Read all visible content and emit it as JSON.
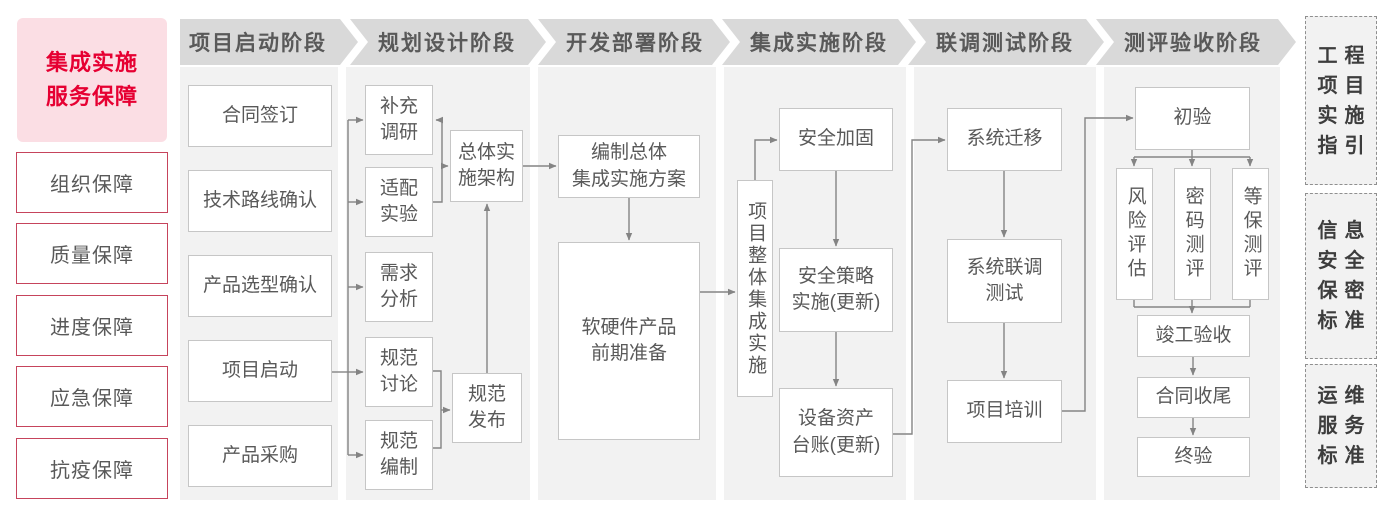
{
  "sidebar_left": {
    "title": "集成实施\n服务保障",
    "items": [
      "组织保障",
      "质量保障",
      "进度保障",
      "应急保障",
      "抗疫保障"
    ]
  },
  "phases": [
    "项目启动阶段",
    "规划设计阶段",
    "开发部署阶段",
    "集成实施阶段",
    "联调测试阶段",
    "测评验收阶段"
  ],
  "nodes": {
    "contract_signing": "合同签订",
    "tech_route_confirm": "技术路线确认",
    "product_selection_confirm": "产品选型确认",
    "project_kickoff": "项目启动",
    "product_procurement": "产品采购",
    "supplementary_research": "补充\n调研",
    "adaptation_test": "适配\n实验",
    "requirement_analysis": "需求\n分析",
    "spec_discussion": "规范\n讨论",
    "spec_drafting": "规范\n编制",
    "overall_implementation_architecture": "总体实\n施架构",
    "spec_release": "规范\n发布",
    "overall_integration_plan": "编制总体\n集成实施方案",
    "hw_sw_preparation": "软硬件产品\n前期准备",
    "overall_integration_implementation": "项目整体集成实施",
    "security_hardening": "安全加固",
    "security_policy_implementation": "安全策略\n实施(更新)",
    "asset_ledger_update": "设备资产\n台账(更新)",
    "system_migration": "系统迁移",
    "joint_testing": "系统联调\n测试",
    "project_training": "项目培训",
    "preliminary_acceptance": "初验",
    "risk_assessment": "风险评估",
    "crypto_evaluation": "密码测评",
    "mlps_evaluation": "等保测评",
    "completion_acceptance": "竣工验收",
    "contract_closure": "合同收尾",
    "final_acceptance": "终验"
  },
  "sidebar_right": {
    "items": [
      "工程\n项目\n实施\n指引",
      "信息\n安全\n保密\n标准",
      "运维\n服务\n标准"
    ]
  },
  "colors": {
    "accent_red": "#e60032",
    "red_border": "#c6445c",
    "pink_bg": "#fbdee4",
    "header_bg": "#d9d9d9",
    "panel_bg": "#f2f2f2",
    "box_border": "#c6c6c6",
    "text_gray": "#595959",
    "arrow": "#848484"
  }
}
